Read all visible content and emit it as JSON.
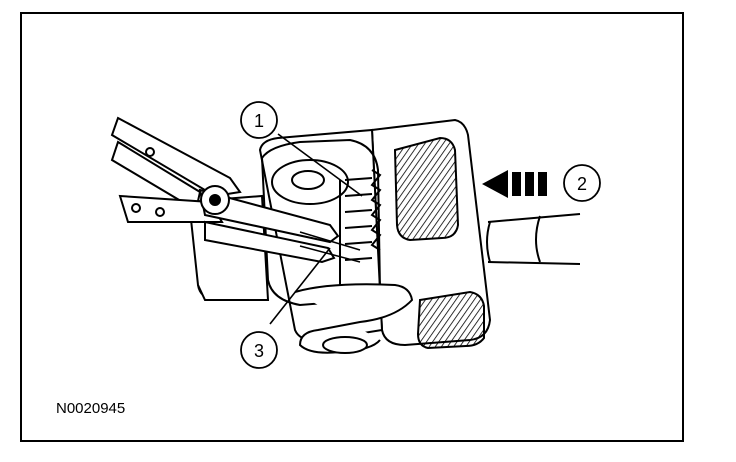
{
  "figure_id": "N0020945",
  "callouts": [
    {
      "number": "1"
    },
    {
      "number": "2"
    },
    {
      "number": "3"
    }
  ],
  "colors": {
    "line": "#000000",
    "background": "#ffffff"
  }
}
